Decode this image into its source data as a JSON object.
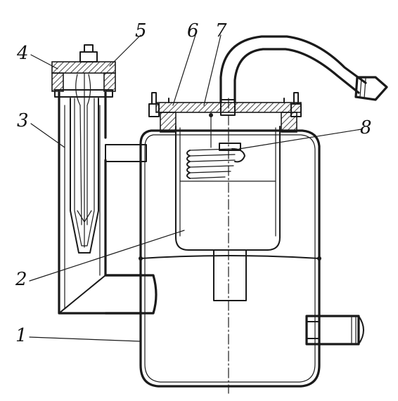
{
  "figure": {
    "callouts": [
      {
        "id": "1",
        "label": "1"
      },
      {
        "id": "2",
        "label": "2"
      },
      {
        "id": "3",
        "label": "3"
      },
      {
        "id": "4",
        "label": "4"
      },
      {
        "id": "5",
        "label": "5"
      },
      {
        "id": "6",
        "label": "6"
      },
      {
        "id": "7",
        "label": "7"
      },
      {
        "id": "8",
        "label": "8"
      }
    ],
    "colors": {
      "ink": "#1a1a1a",
      "background": "#ffffff"
    }
  }
}
